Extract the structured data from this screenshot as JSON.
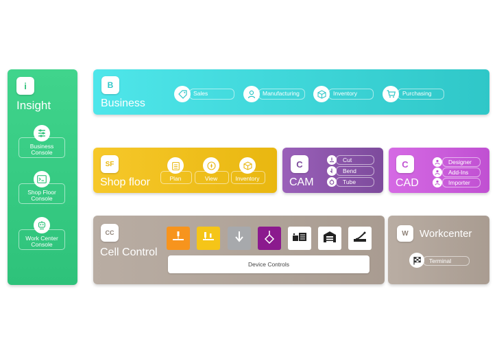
{
  "insight": {
    "title": "Insight",
    "logo_letter": "i",
    "items": [
      {
        "label_line1": "Business",
        "label_line2": "Console",
        "icon": "sliders-icon"
      },
      {
        "label_line1": "Shop Floor",
        "label_line2": "Console",
        "icon": "terminal-icon"
      },
      {
        "label_line1": "Work Center",
        "label_line2": "Console",
        "icon": "robot-icon"
      }
    ]
  },
  "business": {
    "title": "Business",
    "logo_letter": "B",
    "items": [
      {
        "label": "Sales",
        "icon": "sales-tag-icon"
      },
      {
        "label": "Manufacturing",
        "icon": "worker-icon"
      },
      {
        "label": "Inventory",
        "icon": "box-icon"
      },
      {
        "label": "Purchasing",
        "icon": "cart-icon"
      }
    ]
  },
  "shopfloor": {
    "title": "Shop floor",
    "logo_letter": "SF",
    "items": [
      {
        "label": "Plan",
        "icon": "clipboard-icon"
      },
      {
        "label": "View",
        "icon": "compass-icon"
      },
      {
        "label": "Inventory",
        "icon": "box-icon"
      }
    ]
  },
  "cam": {
    "title": "CAM",
    "logo_letter": "C",
    "items": [
      {
        "label": "Cut",
        "icon": "cut-icon"
      },
      {
        "label": "Bend",
        "icon": "bend-icon"
      },
      {
        "label": "Tube",
        "icon": "tube-icon"
      }
    ]
  },
  "cad": {
    "title": "CAD",
    "logo_letter": "C",
    "items": [
      {
        "label": "Designer",
        "icon": "designer-icon"
      },
      {
        "label": "Add-Ins",
        "icon": "addins-icon"
      },
      {
        "label": "Importer",
        "icon": "importer-icon"
      }
    ]
  },
  "cellcontrol": {
    "title": "Cell Control",
    "logo_letter": "CC",
    "device_controls_label": "Device Controls",
    "tiles": [
      {
        "icon": "laser-cutter-icon",
        "color": "#f7941d"
      },
      {
        "icon": "laser-head-icon",
        "color": "#f5c518"
      },
      {
        "icon": "press-brake-icon",
        "color": "#a7a9ac"
      },
      {
        "icon": "tube-cutter-icon",
        "color": "#8b1a8e"
      },
      {
        "icon": "machine-icon",
        "color": "#ffffff"
      },
      {
        "icon": "warehouse-icon",
        "color": "#ffffff"
      },
      {
        "icon": "bender-icon",
        "color": "#ffffff"
      }
    ]
  },
  "workcenter": {
    "title": "Workcenter",
    "logo_letter": "W",
    "terminal_label": "Terminal",
    "terminal_icon": "checkered-flag-icon"
  },
  "colors": {
    "insight": "#3ed48a",
    "business": "#3fdfe2",
    "shopfloor": "#f2c11a",
    "cam": "#8a55a8",
    "cad": "#c85fd8",
    "cellcontrol": "#b4a79c",
    "workcenter": "#b4a79c"
  }
}
